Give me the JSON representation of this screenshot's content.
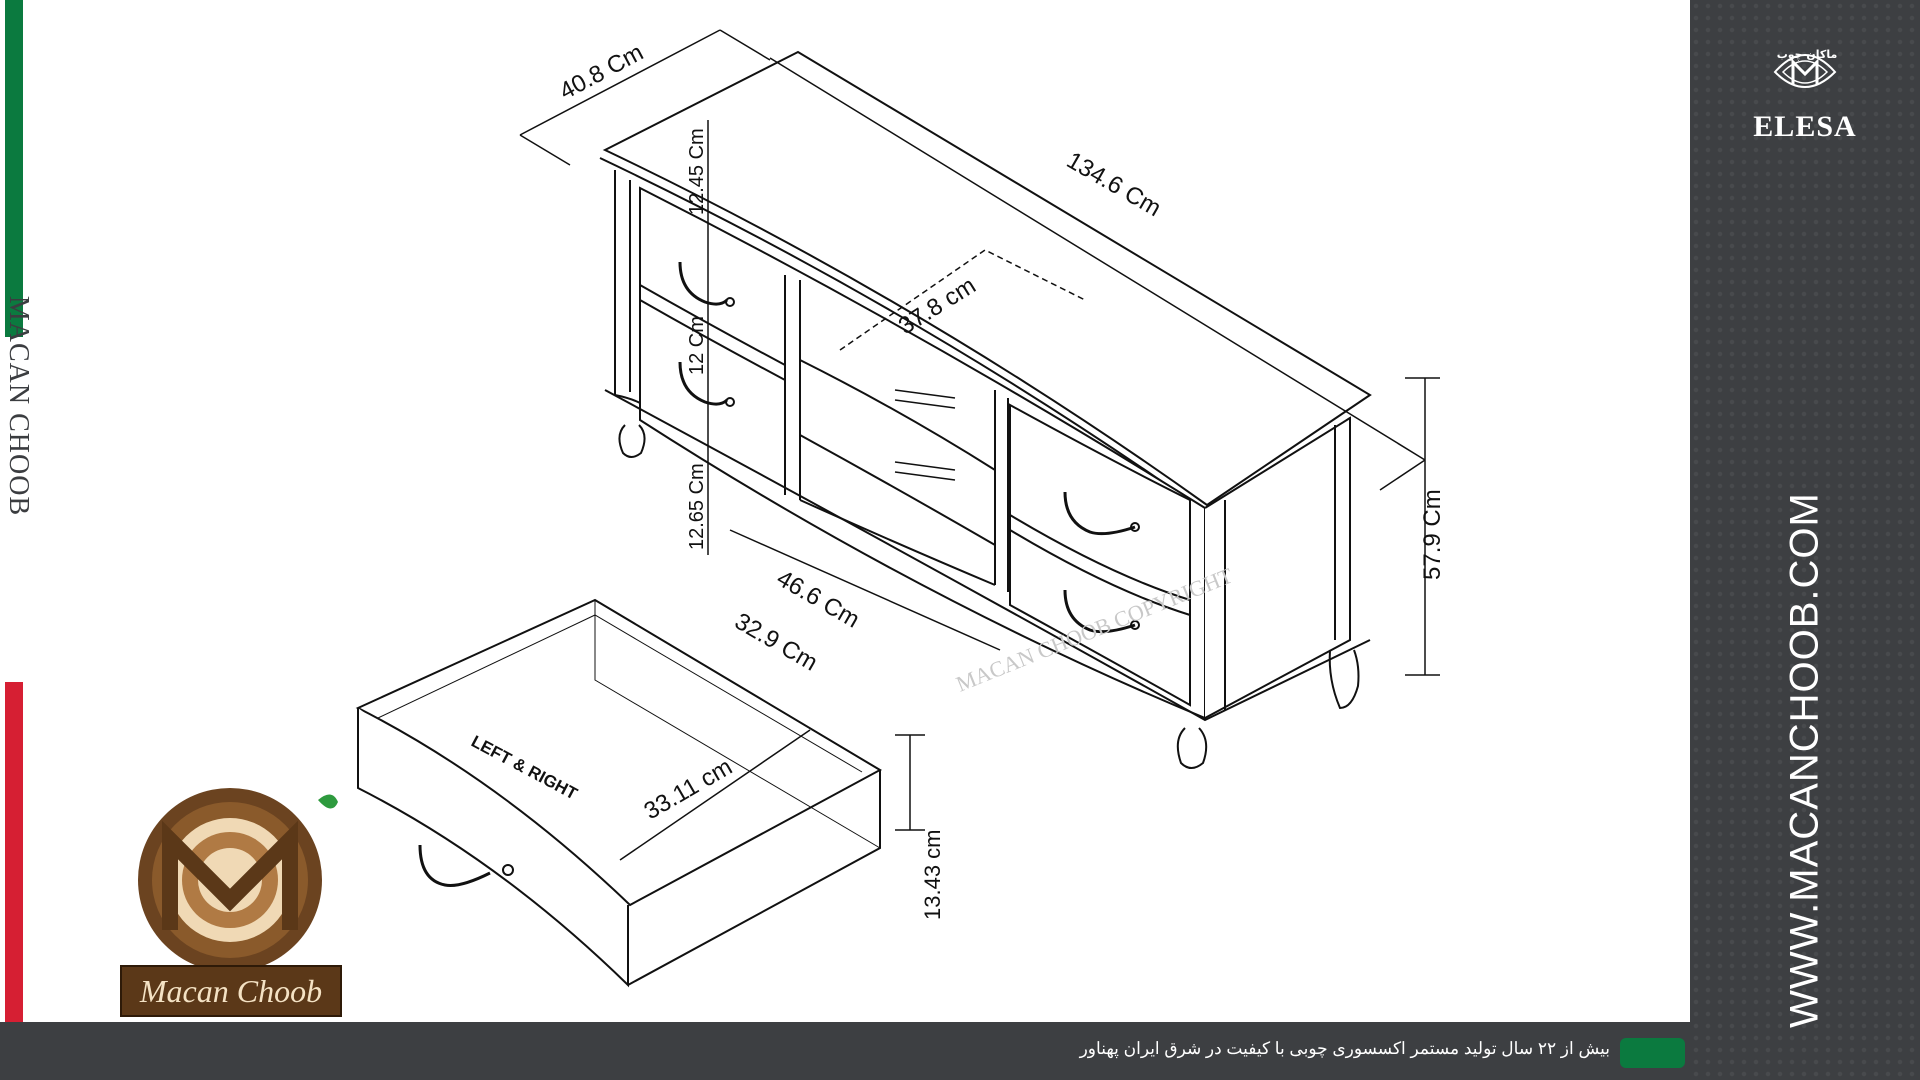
{
  "brand": {
    "left_vertical": "MACAN CHOOB",
    "panel_title": "ELESA",
    "panel_url": "WWW.MACANCHOOB.COM",
    "logo_plate": "Macan Choob",
    "logo_arabic": "ماکان چوب",
    "tagline": "بیش از ۲۲ سال تولید مستمر اکسسوری چوبی با کیفیت در شرق ایران پهناور",
    "watermark": "MACAN CHOOB COPYRIGHT"
  },
  "dimensions": {
    "depth": "40.8 Cm",
    "width": "134.6 Cm",
    "height": "57.9 Cm",
    "top_drawer_h": "12.45 Cm",
    "mid_drawer_h": "12 Cm",
    "bottom_drawer_h": "12.65 Cm",
    "opening_w": "37.8 cm",
    "shelf_depth": "46.6 Cm",
    "drawer_w": "32.9 Cm",
    "drawer_depth": "33.11 cm",
    "drawer_h": "13.43 cm",
    "drawer_label": "LEFT & RIGHT"
  },
  "colors": {
    "panel": "#3d3f42",
    "green": "#0b7a3f",
    "red": "#d61f33",
    "logo_brown": "#5b3818"
  }
}
